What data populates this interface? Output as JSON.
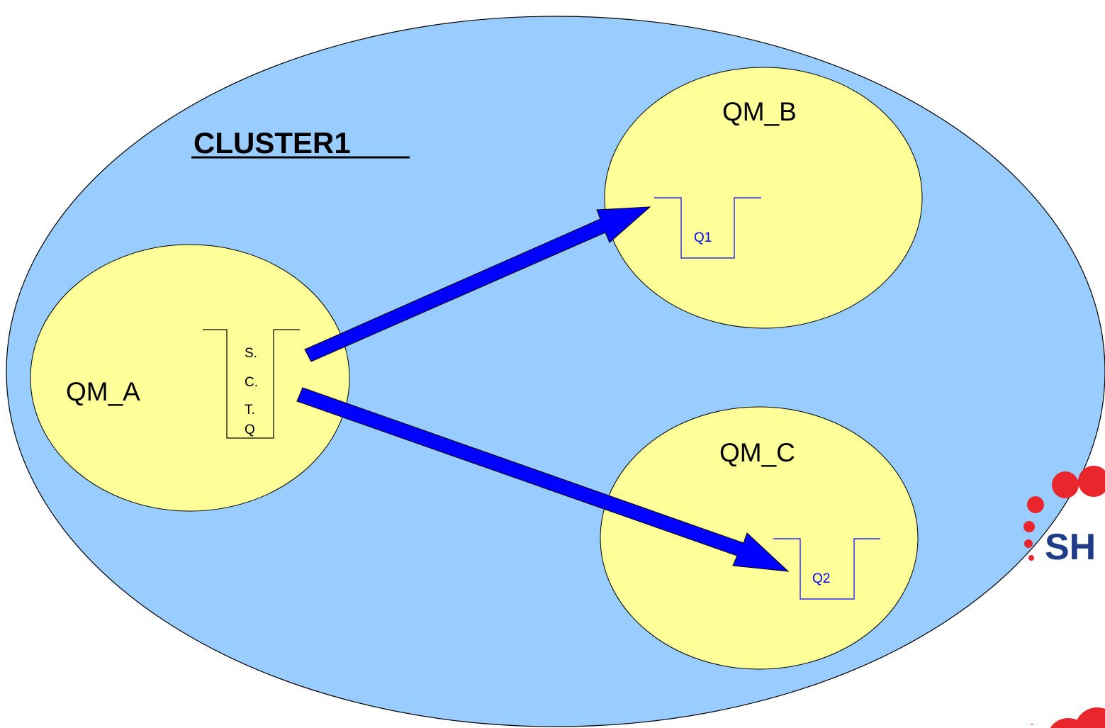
{
  "cluster": {
    "title": "CLUSTER1",
    "fill": "#99ccff"
  },
  "queue_managers": {
    "a": {
      "name": "QM_A",
      "fill": "#ffff99"
    },
    "b": {
      "name": "QM_B",
      "fill": "#ffff99"
    },
    "c": {
      "name": "QM_C",
      "fill": "#ffff99"
    }
  },
  "queues": {
    "sctq": {
      "letters": [
        "S.",
        "C.",
        "T.",
        "Q"
      ],
      "color": "#000000"
    },
    "q1": {
      "name": "Q1",
      "color": "#0000ff"
    },
    "q2": {
      "name": "Q2",
      "color": "#0000ff"
    }
  },
  "arrows": {
    "color": "#0000ff"
  },
  "logo": {
    "text": "SH",
    "dot_color": "#e8262b",
    "text_color": "#1f3c88"
  }
}
